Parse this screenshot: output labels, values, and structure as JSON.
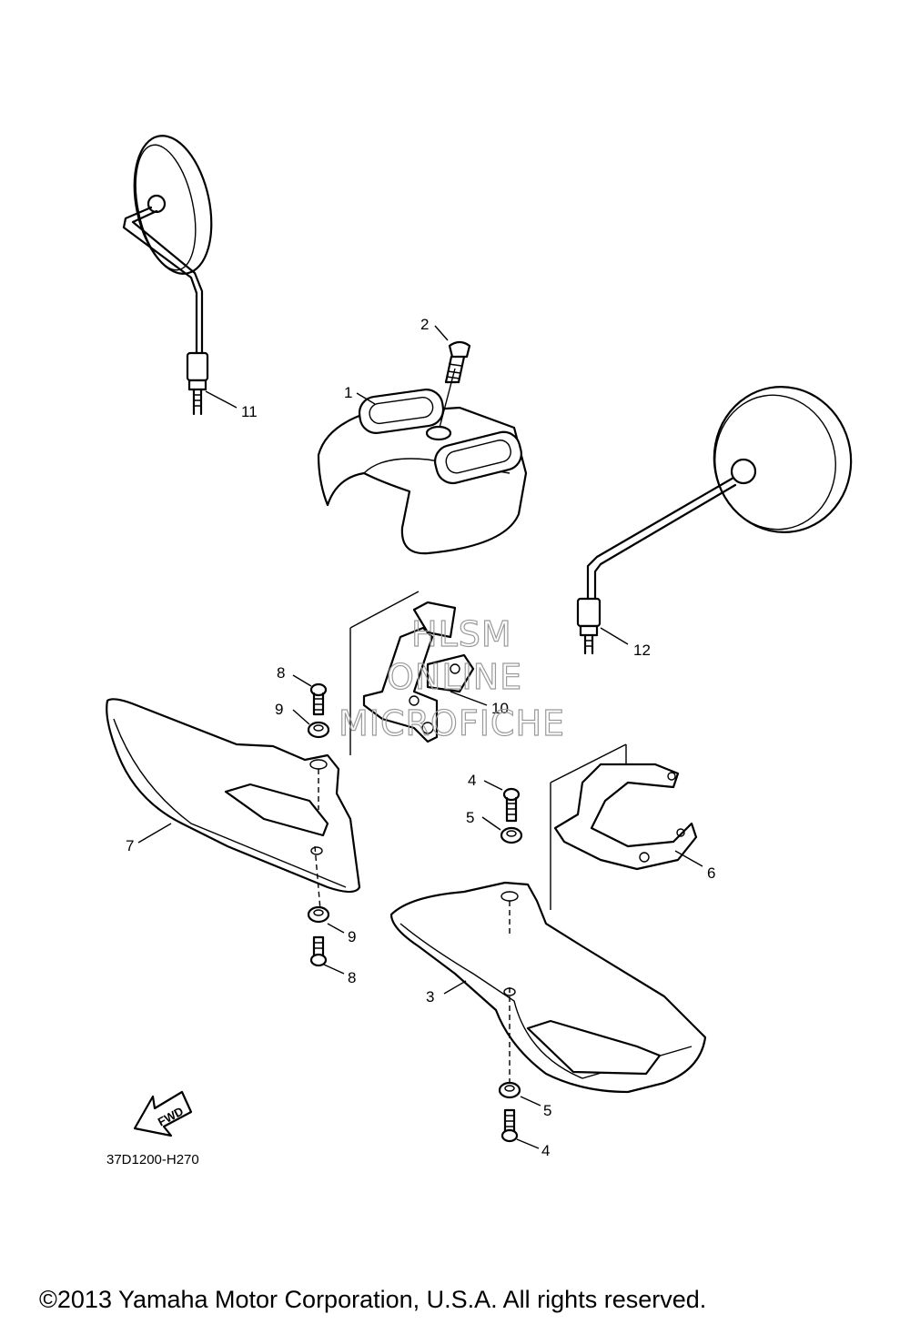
{
  "callouts": [
    {
      "id": "c1",
      "text": "1"
    },
    {
      "id": "c2",
      "text": "2"
    },
    {
      "id": "c3",
      "text": "3"
    },
    {
      "id": "c4a",
      "text": "4"
    },
    {
      "id": "c4b",
      "text": "4"
    },
    {
      "id": "c5a",
      "text": "5"
    },
    {
      "id": "c5b",
      "text": "5"
    },
    {
      "id": "c6",
      "text": "6"
    },
    {
      "id": "c7",
      "text": "7"
    },
    {
      "id": "c8a",
      "text": "8"
    },
    {
      "id": "c8b",
      "text": "8"
    },
    {
      "id": "c9a",
      "text": "9"
    },
    {
      "id": "c9b",
      "text": "9"
    },
    {
      "id": "c10",
      "text": "10"
    },
    {
      "id": "c11",
      "text": "11"
    },
    {
      "id": "c12",
      "text": "12"
    }
  ],
  "watermark": {
    "line1": "HLSM",
    "line2": "ONLINE",
    "line3": "MICROFICHE"
  },
  "fwd_label": "FWD",
  "diagram_code": "37D1200-H270",
  "copyright": "©2013 Yamaha Motor Corporation, U.S.A. All rights reserved."
}
